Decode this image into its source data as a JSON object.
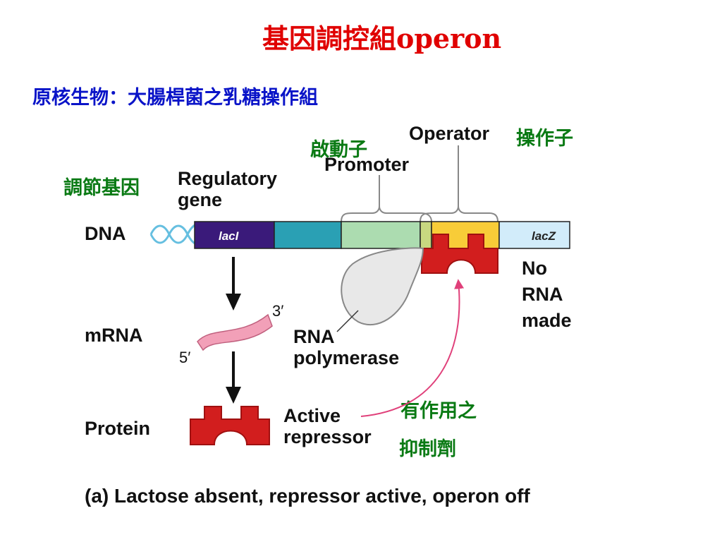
{
  "title": "基因調控組operon",
  "subtitle": "原核生物：大腸桿菌之乳糖操作組",
  "annotations_cn": {
    "promoter": "啟動子",
    "operator": "操作子",
    "regulatory_gene": "調節基因",
    "active_repressor": "有作用之",
    "active_repressor_2": "抑制劑"
  },
  "labels": {
    "operator": "Operator",
    "promoter": "Promoter",
    "regulatory_gene_1": "Regulatory",
    "regulatory_gene_2": "gene",
    "dna": "DNA",
    "mrna": "mRNA",
    "protein": "Protein",
    "laci": "lacI",
    "lacz": "lacZ",
    "three_prime": "3′",
    "five_prime": "5′",
    "rna_polymerase_1": "RNA",
    "rna_polymerase_2": "polymerase",
    "no_rna_1": "No",
    "no_rna_2": "RNA",
    "no_rna_3": "made",
    "active_repressor_1": "Active",
    "active_repressor_2": "repressor"
  },
  "caption": "(a) Lactose absent, repressor active, operon off",
  "colors": {
    "title": "#e00000",
    "subtitle": "#0a14c8",
    "chinese_annotation": "#0a7a14",
    "laci_segment": "#3a1a7a",
    "teal_segment": "#2aa0b4",
    "promoter_segment": "#acdcb0",
    "operator_segment": "#f8cc38",
    "lacz_segment": "#d2ecfa",
    "repressor": "#d21e1e",
    "mrna": "#f2a0b8",
    "inhibition_arrow": "#e0407a"
  }
}
